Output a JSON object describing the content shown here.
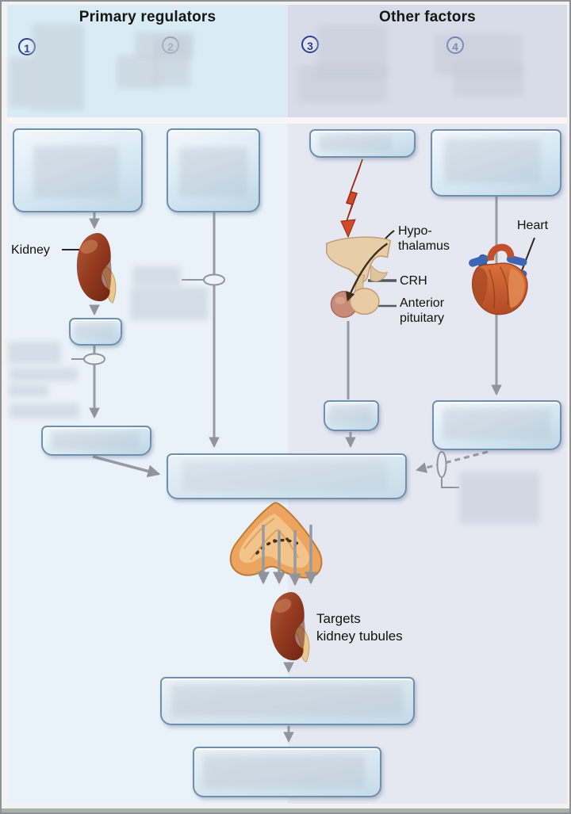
{
  "header": {
    "left_title": "Primary regulators",
    "right_title": "Other factors"
  },
  "markers": [
    {
      "number": "1"
    },
    {
      "number": "2"
    },
    {
      "number": "3"
    },
    {
      "number": "4"
    }
  ],
  "labels": {
    "kidney": "Kidney",
    "hypothalamus_line1": "Hypo-",
    "hypothalamus_line2": "thalamus",
    "crh": "CRH",
    "anterior_pituitary_line1": "Anterior",
    "anterior_pituitary_line2": "pituitary",
    "heart": "Heart",
    "target_line1": "Targets",
    "target_line2": "kidney tubules"
  },
  "colors": {
    "header_left_bg": "#d9ecf5",
    "header_right_bg": "#d8dce9",
    "main_left_bg": "#eaf2f9",
    "main_right_bg": "#e5e8f1",
    "box_border": "#6e8fae",
    "box_fill_top": "#f1f7fb",
    "box_fill_bottom": "#bed7e7",
    "arrow_gray": "#949aa1",
    "marker_ring_navy": "#2c3e8f",
    "lightning_red": "#cf4a28",
    "kidney_red": "#93391f",
    "gland_orange": "#eba55f",
    "bottom_strip": "#a9b2a6"
  }
}
